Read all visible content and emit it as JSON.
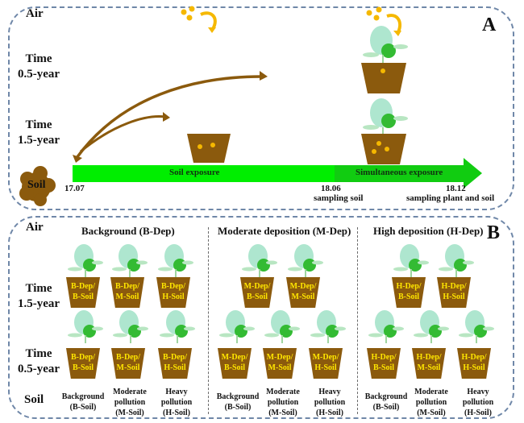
{
  "panel_a": {
    "letter": "A",
    "row_labels": {
      "air": "Air",
      "time_05_line1": "Time",
      "time_05_line2": "0.5-year",
      "time_15_line1": "Time",
      "time_15_line2": "1.5-year",
      "soil": "Soil"
    },
    "timeline": {
      "phase1_label": "Soil exposure",
      "phase2_label": "Simultaneous exposure",
      "start_date": "17.07",
      "mid_date": "18.06",
      "mid_note": "sampling soil",
      "end_date": "18.12",
      "end_note": "sampling plant and soil"
    },
    "colors": {
      "phase1": "#00ee00",
      "phase2": "#11cc11",
      "soil_brown": "#8b5a0d",
      "particle": "#f5b800"
    }
  },
  "panel_b": {
    "letter": "B",
    "row_labels": {
      "air": "Air",
      "time_15_line1": "Time",
      "time_15_line2": "1.5-year",
      "time_05_line1": "Time",
      "time_05_line2": "0.5-year",
      "soil": "Soil"
    },
    "groups": [
      {
        "title": "Background (B-Dep)",
        "row_15": [
          "B-Dep/ B-Soil",
          "B-Dep/ M-Soil",
          "B-Dep/ H-Soil"
        ],
        "row_05": [
          "B-Dep/ B-Soil",
          "B-Dep/ M-Soil",
          "B-Dep/ H-Soil"
        ]
      },
      {
        "title": "Moderate deposition (M-Dep)",
        "row_15": [
          "M-Dep/ B-Soil",
          "M-Dep/ M-Soil"
        ],
        "row_05": [
          "M-Dep/ B-Soil",
          "M-Dep/ M-Soil",
          "M-Dep/ H-Soil"
        ]
      },
      {
        "title": "High deposition (H-Dep)",
        "row_15": [
          "H-Dep/ B-Soil",
          "H-Dep/ H-Soil"
        ],
        "row_05": [
          "H-Dep/ B-Soil",
          "H-Dep/ M-Soil",
          "H-Dep/ H-Soil"
        ]
      }
    ],
    "soil_types": [
      {
        "line1": "Background",
        "line2": "(B-Soil)",
        "line3": ""
      },
      {
        "line1": "Moderate",
        "line2": "pollution",
        "line3": "(M-Soil)"
      },
      {
        "line1": "Heavy",
        "line2": "pollution",
        "line3": "(H-Soil)"
      }
    ]
  }
}
